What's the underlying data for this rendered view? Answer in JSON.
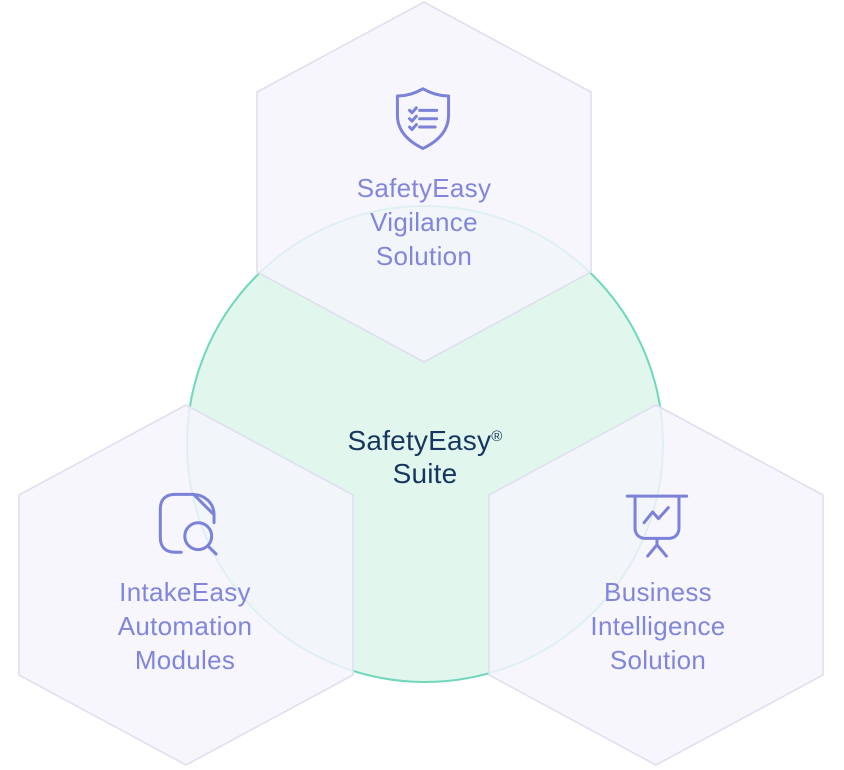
{
  "center": {
    "title": "SafetyEasy",
    "registered": "®",
    "subtitle": "Suite"
  },
  "hexagons": {
    "vigilance": {
      "icon": "shield-checklist-icon",
      "label": "SafetyEasy\nVigilance\nSolution"
    },
    "intake": {
      "icon": "document-search-icon",
      "label": "IntakeEasy\nAutomation\nModules"
    },
    "business": {
      "icon": "presentation-chart-icon",
      "label": "Business\nIntelligence\nSolution"
    }
  },
  "colors": {
    "hexagon_fill": "#f4f4fc",
    "hexagon_border": "#dfe0ef",
    "circle_fill": "#e1f6ec",
    "circle_border": "#6fd8ba",
    "icon_accent": "#7b82d8",
    "label_text": "#8186da",
    "center_text": "#17365f"
  }
}
